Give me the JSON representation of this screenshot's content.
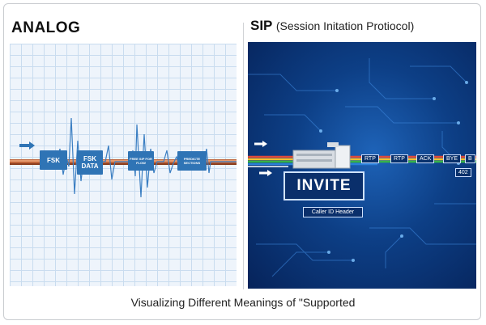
{
  "analog": {
    "title": "ANALOG",
    "blocks": [
      "FSK",
      "FSK DATA",
      "FREE SIP FOR FLOW",
      "PREDICTE SECTIONS"
    ]
  },
  "sip": {
    "title": "SIP",
    "subtitle": "(Session Initation Protiocol)",
    "packets": [
      "RTP",
      "RTP",
      "ACK",
      "BYE",
      "B"
    ],
    "code": "402",
    "invite": "INVITE",
    "caller_id": "Caller ID Header"
  },
  "caption": "Visualizing Different Meanings of \"Supported",
  "colors": {
    "accent_blue": "#2f74b5",
    "cable_copper": "#c0653a",
    "sip_bg_dark": "#06235a"
  }
}
